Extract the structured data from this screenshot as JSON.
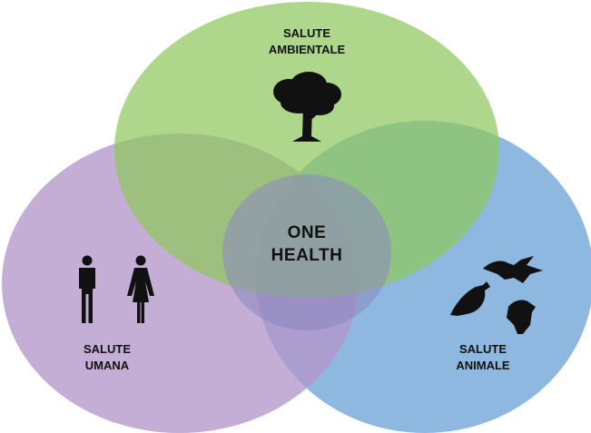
{
  "diagram": {
    "center": {
      "line1": "ONE",
      "line2": "HEALTH"
    },
    "sets": [
      {
        "id": "environmental",
        "line1": "SALUTE",
        "line2": "AMBIENTALE",
        "color": "#8fc85e",
        "icon": "tree-icon"
      },
      {
        "id": "human",
        "line1": "SALUTE",
        "line2": "UMANA",
        "color": "#b497c9",
        "icon": "man-woman-icon"
      },
      {
        "id": "animal",
        "line1": "SALUTE",
        "line2": "ANIMALE",
        "color": "#6ea4d6",
        "icon": "birds-icon"
      }
    ]
  }
}
